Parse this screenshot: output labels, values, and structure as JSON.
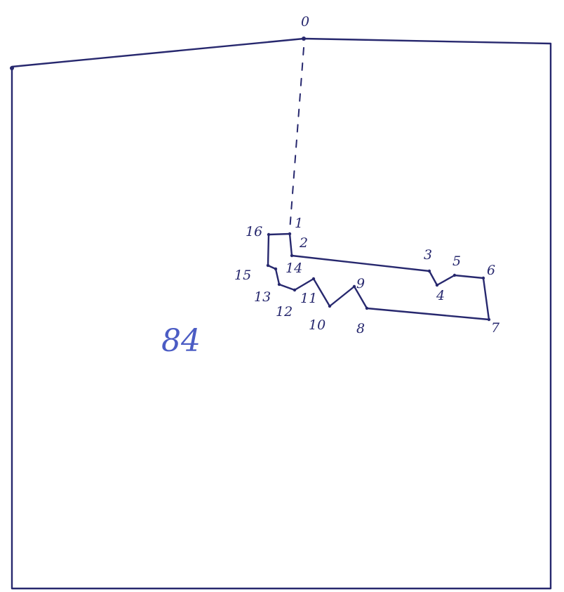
{
  "drawing": {
    "ink_color": "#27286e",
    "note_color": "#4b5cc4",
    "note_text": "84",
    "apex_label": "0",
    "points": [
      {
        "label": "1"
      },
      {
        "label": "2"
      },
      {
        "label": "3"
      },
      {
        "label": "4"
      },
      {
        "label": "5"
      },
      {
        "label": "6"
      },
      {
        "label": "7"
      },
      {
        "label": "8"
      },
      {
        "label": "9"
      },
      {
        "label": "10"
      },
      {
        "label": "11"
      },
      {
        "label": "12"
      },
      {
        "label": "13"
      },
      {
        "label": "14"
      },
      {
        "label": "15"
      },
      {
        "label": "16"
      }
    ]
  }
}
